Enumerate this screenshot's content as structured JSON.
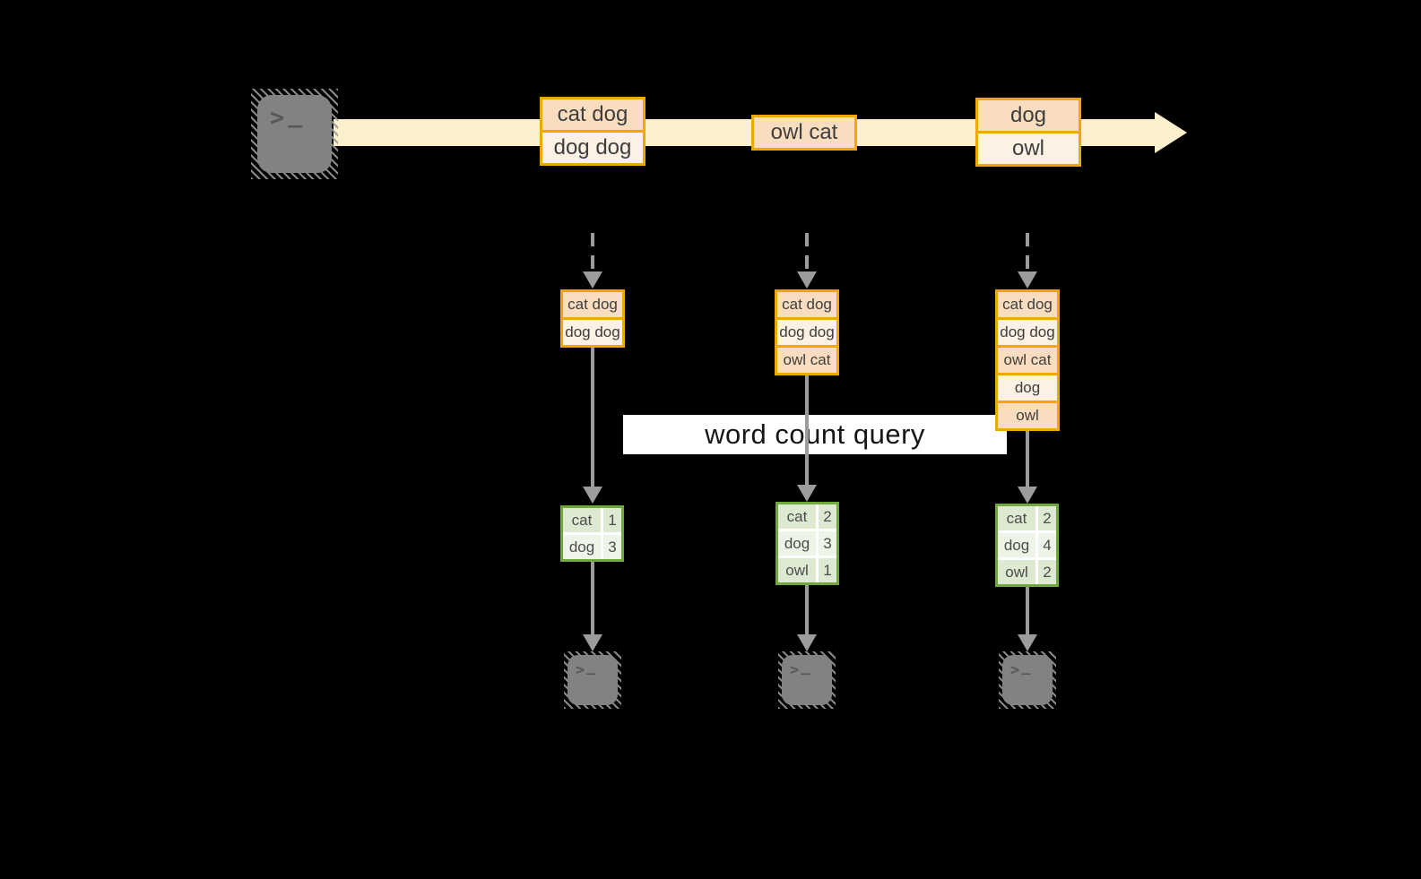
{
  "colors": {
    "background": "#000000",
    "stream-yellow": "#FBF0CB",
    "accent-orange": "#F0A800",
    "fill-peach-dark": "#FADDBE",
    "fill-peach-light": "#FCF1E2",
    "accent-green": "#70A83B",
    "fill-green-dark": "#DEE9D1",
    "fill-green-light": "#EFF4E9",
    "arrow-gray": "#9C9C9C",
    "icon-gray": "#828282",
    "label-bg": "#FFFFFF",
    "label-text": "#161616"
  },
  "icons": {
    "source": "terminal-icon",
    "sinks": [
      "terminal-icon",
      "terminal-icon",
      "terminal-icon"
    ]
  },
  "terminal": {
    "prompt_gt": ">",
    "prompt_underscore": "_"
  },
  "query_label": "word count query",
  "stream": {
    "messages": [
      {
        "lines": [
          "cat dog",
          "dog dog"
        ]
      },
      {
        "lines": [
          "owl cat"
        ]
      },
      {
        "lines": [
          "dog",
          "owl"
        ]
      }
    ]
  },
  "columns": [
    {
      "state_lines": [
        "cat dog",
        "dog dog"
      ],
      "counts": [
        {
          "word": "cat",
          "count": "1"
        },
        {
          "word": "dog",
          "count": "3"
        }
      ]
    },
    {
      "state_lines": [
        "cat dog",
        "dog dog",
        "owl cat"
      ],
      "counts": [
        {
          "word": "cat",
          "count": "2"
        },
        {
          "word": "dog",
          "count": "3"
        },
        {
          "word": "owl",
          "count": "1"
        }
      ]
    },
    {
      "state_lines": [
        "cat dog",
        "dog dog",
        "owl cat",
        "dog",
        "owl"
      ],
      "counts": [
        {
          "word": "cat",
          "count": "2"
        },
        {
          "word": "dog",
          "count": "4"
        },
        {
          "word": "owl",
          "count": "2"
        }
      ]
    }
  ]
}
